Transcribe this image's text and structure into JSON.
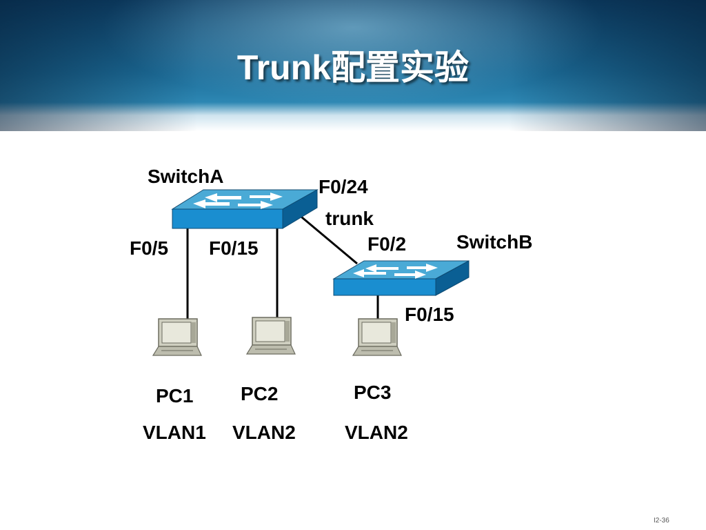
{
  "title": "Trunk配置实验",
  "slide_number": "I2-36",
  "switches": {
    "a": {
      "name": "SwitchA"
    },
    "b": {
      "name": "SwitchB"
    }
  },
  "ports": {
    "a_uplink": "F0/24",
    "b_uplink": "F0/2",
    "a_pc1": "F0/5",
    "a_pc2": "F0/15",
    "b_pc3": "F0/15"
  },
  "links": {
    "trunk": "trunk"
  },
  "pcs": [
    {
      "name": "PC1",
      "vlan": "VLAN1"
    },
    {
      "name": "PC2",
      "vlan": "VLAN2"
    },
    {
      "name": "PC3",
      "vlan": "VLAN2"
    }
  ],
  "colors": {
    "switch_top": "#4aaad6",
    "switch_front": "#1a8ed0",
    "switch_side": "#0a5f94",
    "pc_body": "#cfcfc0",
    "link": "#000000"
  }
}
